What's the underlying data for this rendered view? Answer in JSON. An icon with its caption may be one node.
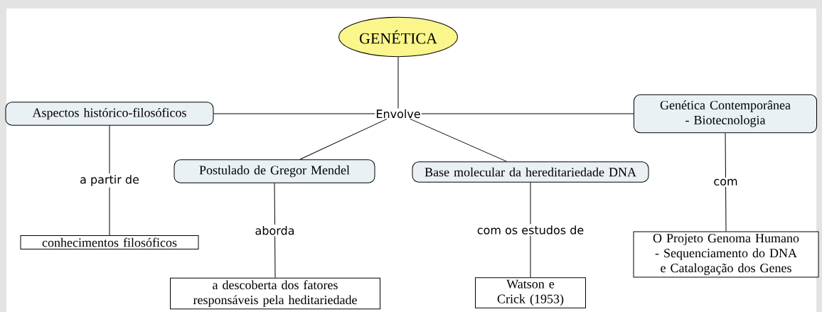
{
  "diagram": {
    "nodes": [
      {
        "text": [
          "GENÉTICA"
        ]
      },
      {
        "text": [
          "Envolve"
        ]
      },
      {
        "text": [
          "Aspectos histórico-filosóficos"
        ]
      },
      {
        "text": [
          "Genética Contemporânea - Biotecnologia"
        ]
      },
      {
        "text": [
          "Postulado de Gregor Mendel"
        ]
      },
      {
        "text": [
          "Base molecular da hereditariedade DNA"
        ]
      },
      {
        "text": [
          "conhecimentos filosóficos"
        ]
      },
      {
        "text": [
          "a descoberta dos fatores responsáveis pela heditariedade"
        ]
      },
      {
        "text": [
          "Watson e Crick (1953)"
        ]
      },
      {
        "text": [
          "O Projeto Genoma Humano - Sequenciamento do DNA e Catalogação dos Genes"
        ]
      }
    ],
    "edges": [
      {
        "from": 0,
        "to": 1,
        "arrow": "none"
      },
      {
        "from": 1,
        "to": 2,
        "arrow": "none"
      },
      {
        "from": 1,
        "to": 3,
        "arrow": "none"
      },
      {
        "from": 1,
        "to": 4,
        "arrow": "none"
      },
      {
        "from": 1,
        "to": 5,
        "arrow": "none"
      },
      {
        "from": 2,
        "to": 6,
        "label": "a partir de",
        "arrow": "none"
      },
      {
        "from": 4,
        "to": 7,
        "label": "aborda",
        "arrow": "none"
      },
      {
        "from": 5,
        "to": 8,
        "label": "com os estudos de",
        "arrow": "none"
      },
      {
        "from": 3,
        "to": 9,
        "label": "com",
        "arrow": "none"
      }
    ]
  }
}
